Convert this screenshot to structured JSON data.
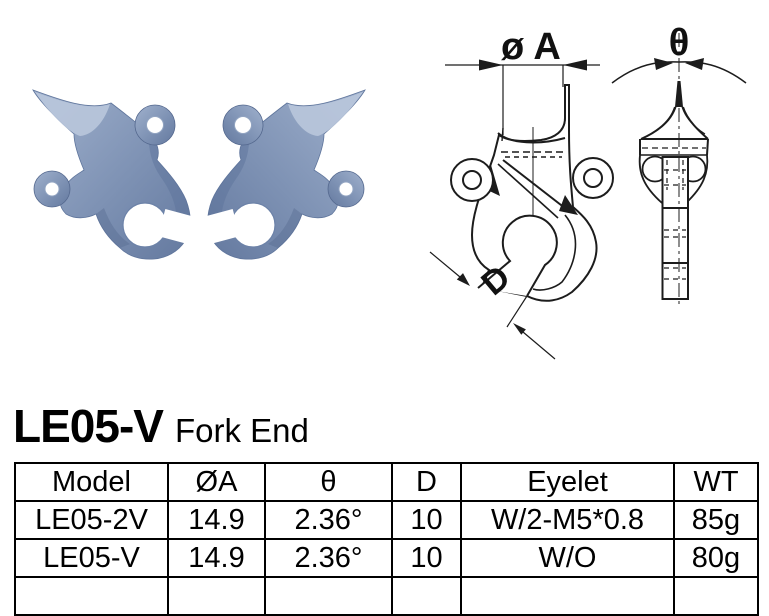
{
  "title": {
    "model": "LE05-V",
    "product": "Fork End"
  },
  "diagram": {
    "labels": {
      "diameter": "ø A",
      "angle": "θ",
      "slot": "D"
    },
    "line_color": "#1c1c1c"
  },
  "photo": {
    "part_color": "#7e92b4",
    "background": "#ffffff"
  },
  "spec_table": {
    "headers": [
      "Model",
      "ØA",
      "θ",
      "D",
      "Eyelet",
      "WT"
    ],
    "rows": [
      {
        "model": "LE05-2V",
        "dia_a": "14.9",
        "theta": "2.36°",
        "d": "10",
        "eyelet": "W/2-M5*0.8",
        "wt": "85g"
      },
      {
        "model": "LE05-V",
        "dia_a": "14.9",
        "theta": "2.36°",
        "d": "10",
        "eyelet": "W/O",
        "wt": "80g"
      }
    ]
  }
}
